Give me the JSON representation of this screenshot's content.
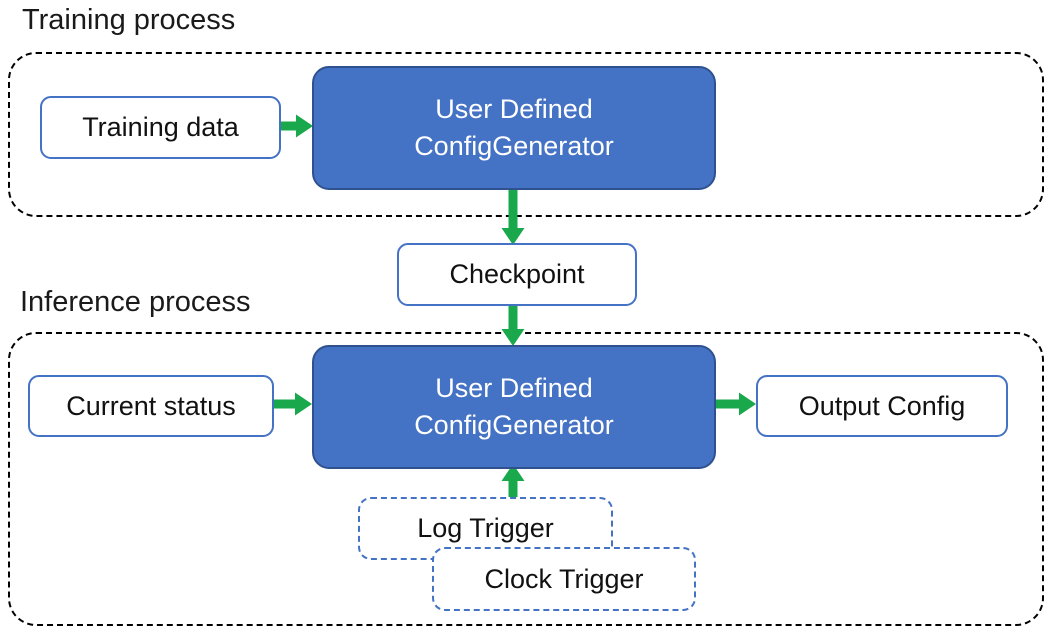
{
  "diagram": {
    "training_section": {
      "title": "Training process",
      "input_box_label": "Training data",
      "generator_line1": "User Defined",
      "generator_line2": "ConfigGenerator"
    },
    "checkpoint_label": "Checkpoint",
    "inference_section": {
      "title": "Inference process",
      "input_box_label": "Current status",
      "generator_line1": "User Defined",
      "generator_line2": "ConfigGenerator",
      "output_box_label": "Output Config",
      "log_trigger_label": "Log Trigger",
      "clock_trigger_label": "Clock Trigger"
    }
  },
  "colors": {
    "generator_fill": "#4472C4",
    "generator_border": "#2F528F",
    "box_border_blue": "#4472C4",
    "arrow_green": "#1AA84C",
    "container_border": "#000000"
  }
}
